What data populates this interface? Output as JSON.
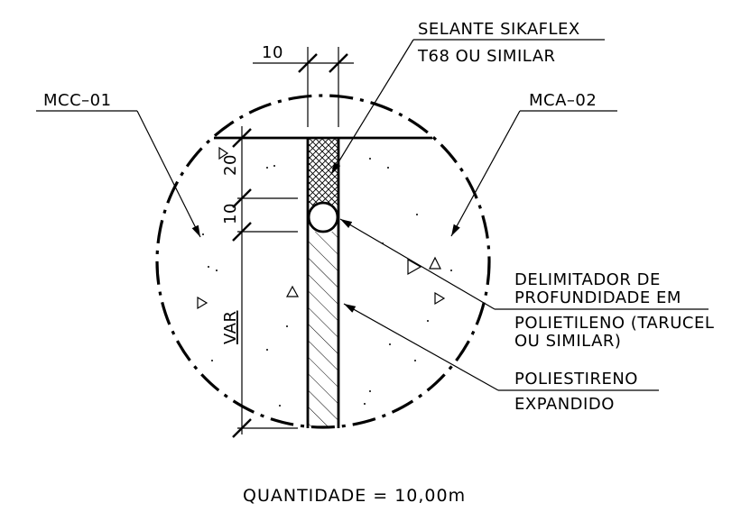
{
  "labels": {
    "sealant_line1": "SELANTE SIKAFLEX",
    "sealant_line2": "T68 OU SIMILAR",
    "left_panel": "MCC–01",
    "right_panel": "MCA–02",
    "delimiter_line1": "DELIMITADOR DE",
    "delimiter_line2": "PROFUNDIDADE EM",
    "delimiter_line3": "POLIETILENO (TARUCEL",
    "delimiter_line4": "OU SIMILAR)",
    "foam_line1": "POLIESTIRENO",
    "foam_line2": "EXPANDIDO",
    "quantity": "QUANTIDADE = 10,00m"
  },
  "dimensions": {
    "joint_width": "10",
    "sealant_depth": "20",
    "backer_rod": "10",
    "variable": "VAR"
  }
}
